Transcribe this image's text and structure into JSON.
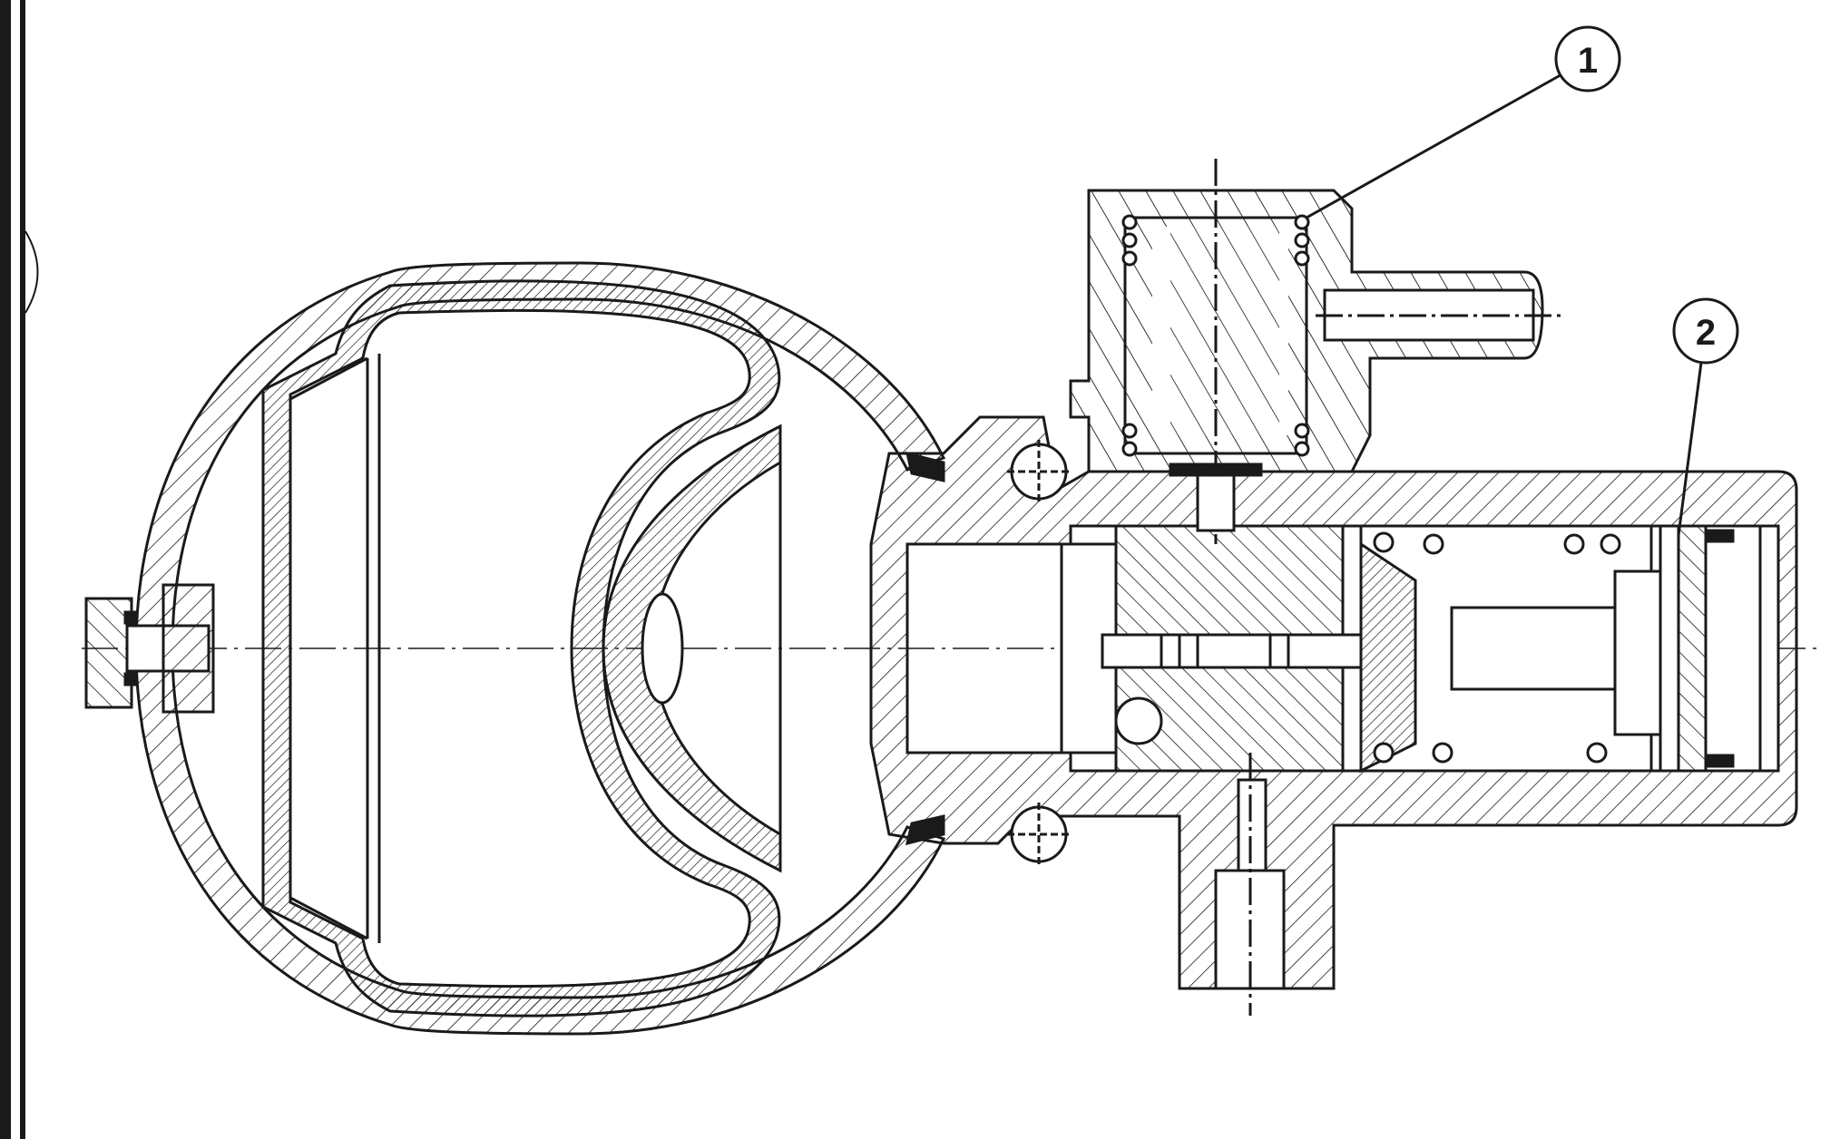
{
  "callouts": [
    {
      "id": "1",
      "label": "1"
    },
    {
      "id": "2",
      "label": "2"
    }
  ],
  "colors": {
    "ink": "#1a1a1a",
    "paper": "#ffffff"
  }
}
